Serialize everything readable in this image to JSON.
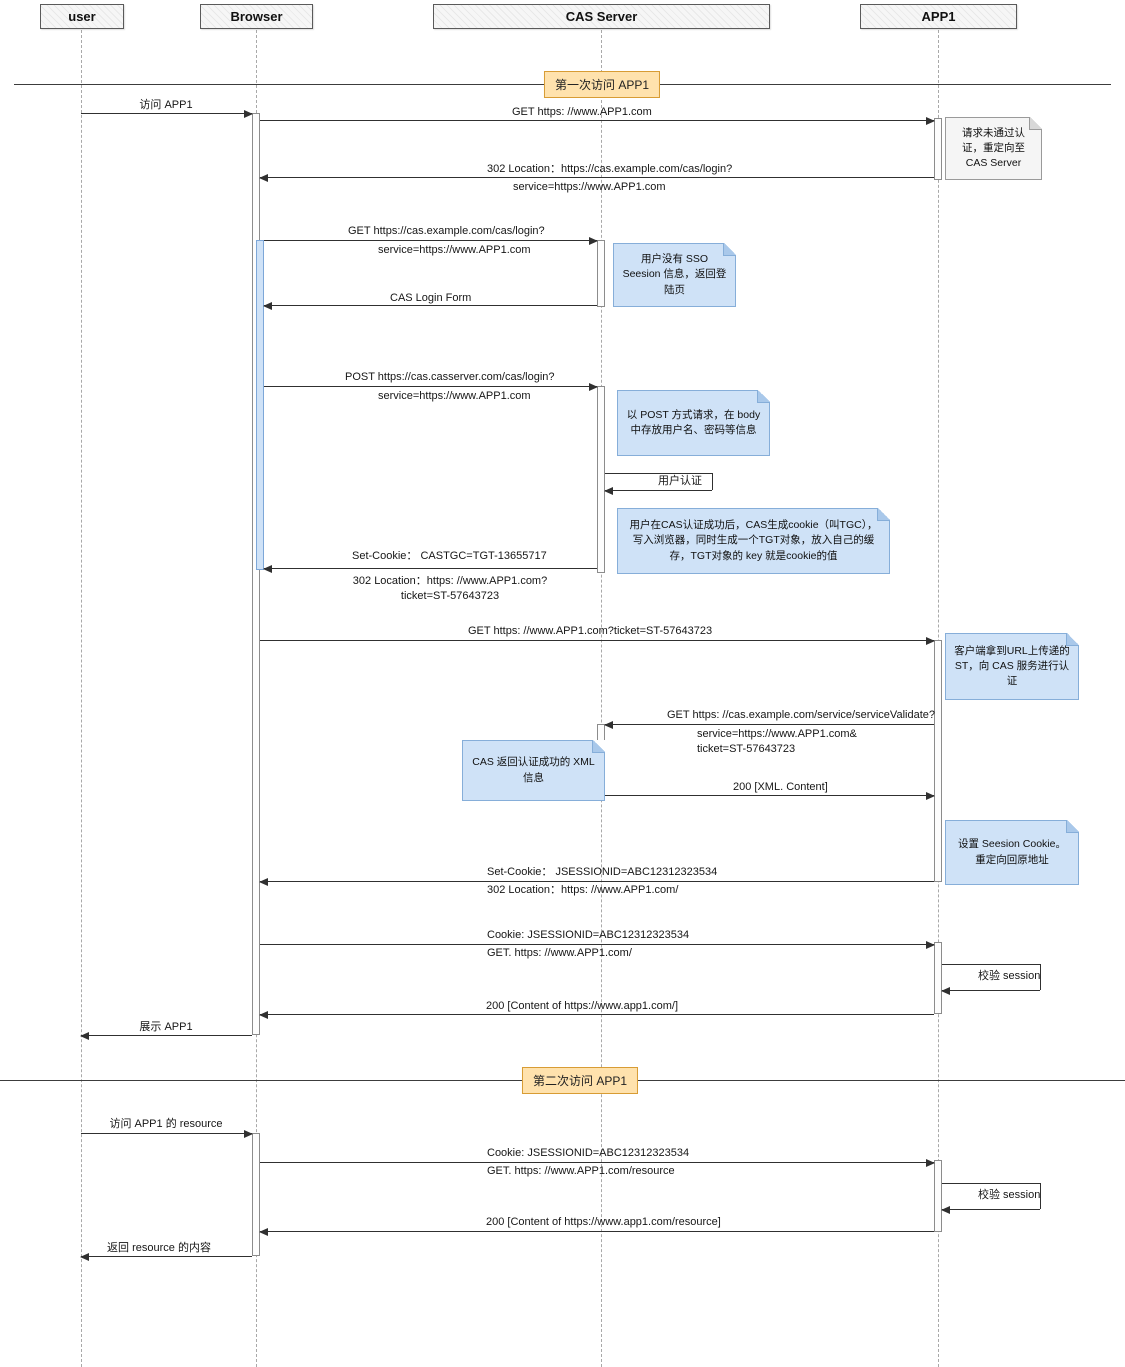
{
  "participants": [
    {
      "label": "user"
    },
    {
      "label": "Browser"
    },
    {
      "label": "CAS Server"
    },
    {
      "label": "APP1"
    }
  ],
  "dividers": [
    {
      "label": "第一次访问 APP1"
    },
    {
      "label": "第二次访问 APP1"
    }
  ],
  "messages": {
    "m1": {
      "above": "访问 APP1"
    },
    "m2": {
      "above": "GET   https: //www.APP1.com"
    },
    "m3": {
      "above": "302 Location：https://cas.example.com/cas/login?",
      "below": "service=https://www.APP1.com"
    },
    "m4": {
      "above": "GET    https://cas.example.com/cas/login?",
      "below": "service=https://www.APP1.com"
    },
    "m5": {
      "above": "CAS Login Form"
    },
    "m6": {
      "above": "POST    https://cas.casserver.com/cas/login?",
      "below": "service=https://www.APP1.com"
    },
    "m7": {
      "label": "用户认证"
    },
    "m8": {
      "above": "Set-Cookie：  CASTGC=TGT-13655717",
      "below": "302 Location：https: //www.APP1.com?\nticket=ST-57643723"
    },
    "m9": {
      "above": "GET   https: //www.APP1.com?ticket=ST-57643723"
    },
    "m10": {
      "above": "GET    https:  //cas.example.com/service/serviceValidate?",
      "below": "service=https://www.APP1.com&\nticket=ST-57643723"
    },
    "m11": {
      "above": "200 [XML. Content]"
    },
    "m12": {
      "above": "Set-Cookie：  JSESSIONID=ABC12312323534",
      "below": "302 Location：https:  //www.APP1.com/"
    },
    "m13": {
      "above": "Cookie: JSESSIONID=ABC12312323534",
      "below": "GET.   https:  //www.APP1.com/"
    },
    "m14": {
      "label": "校验 session"
    },
    "m15": {
      "above": "200  [Content of https://www.app1.com/]"
    },
    "m16": {
      "above": "展示 APP1"
    },
    "m17": {
      "above": "访问 APP1 的 resource"
    },
    "m18": {
      "above": "Cookie: JSESSIONID=ABC12312323534",
      "below": "GET.   https:  //www.APP1.com/resource"
    },
    "m19": {
      "label": "校验 session"
    },
    "m20": {
      "above": "200  [Content of https://www.app1.com/resource]"
    },
    "m21": {
      "above": "返回 resource 的内容"
    }
  },
  "notes": {
    "n1": {
      "text": "请求未通过认证，重定向至 CAS Server"
    },
    "n2": {
      "text": "用户没有 SSO Seesion 信息，返回登陆页"
    },
    "n3": {
      "text": "以 POST 方式请求，在 body 中存放用户名、密码等信息"
    },
    "n4": {
      "text": "用户在CAS认证成功后，CAS生成cookie（叫TGC），写入浏览器，同时生成一个TGT对象，放入自己的缓存，TGT对象的 key 就是cookie的值"
    },
    "n5": {
      "text": "客户端拿到URL上传递的 ST，向 CAS 服务进行认证"
    },
    "n6": {
      "text": "CAS 返回认证成功的 XML 信息"
    },
    "n7": {
      "text": "设置 Seesion Cookie。重定向回原地址"
    }
  },
  "colors": {
    "note_blue_fill": "#cfe2f7",
    "note_blue_border": "#86aed9",
    "note_gray_fill": "#f5f5f5",
    "note_gray_border": "#9a9a9a",
    "divider_fill": "#ffe2ad",
    "divider_border": "#d89c34",
    "message_line": "#303030",
    "lifeline": "#a9a9a9"
  }
}
